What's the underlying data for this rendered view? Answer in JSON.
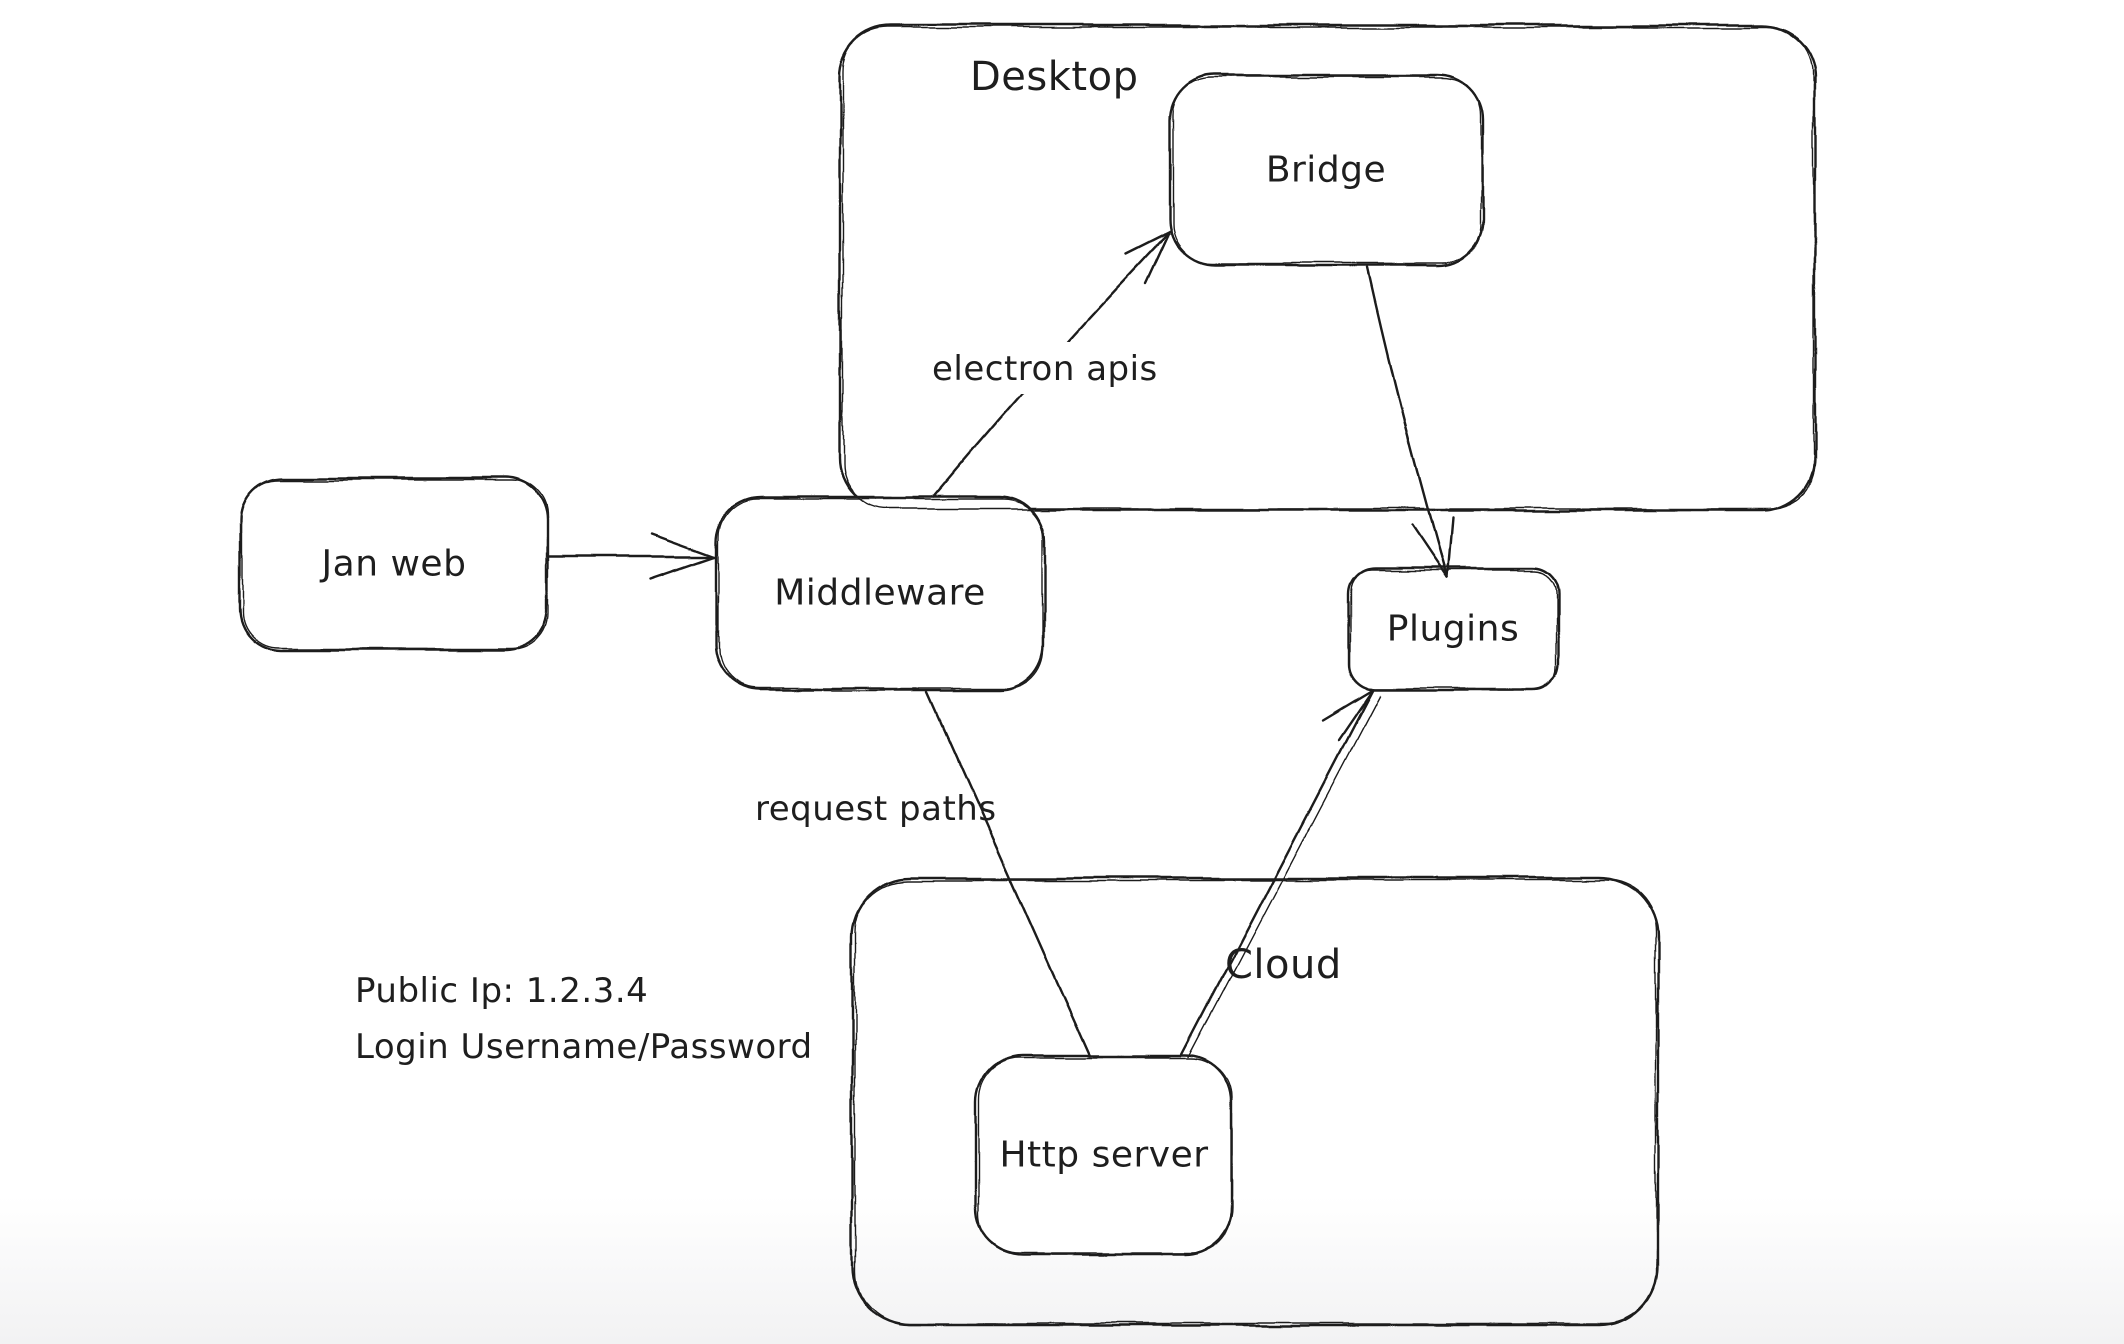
{
  "diagram": {
    "type": "flowchart",
    "style": "hand-drawn-whiteboard",
    "background_color": "#ffffff",
    "stroke_color": "#1e1e1e",
    "containers": [
      {
        "label": "Desktop",
        "contains": [
          "Bridge"
        ]
      },
      {
        "label": "Cloud",
        "contains": [
          "Http server"
        ]
      }
    ],
    "nodes": [
      {
        "label": "Jan web"
      },
      {
        "label": "Middleware"
      },
      {
        "label": "Bridge"
      },
      {
        "label": "Plugins"
      },
      {
        "label": "Http server"
      }
    ],
    "edges": [
      {
        "from": "Jan web",
        "to": "Middleware",
        "label": "",
        "arrowhead": "end"
      },
      {
        "from": "Middleware",
        "to": "Bridge",
        "label": "electron apis",
        "arrowhead": "end"
      },
      {
        "from": "Bridge",
        "to": "Plugins",
        "label": "",
        "arrowhead": "end"
      },
      {
        "from": "Middleware",
        "to": "Http server",
        "label": "request paths",
        "arrowhead": "none"
      },
      {
        "from": "Http server",
        "to": "Plugins",
        "label": "",
        "arrowhead": "end"
      }
    ],
    "annotations": [
      {
        "text": "Public Ip: 1.2.3.4"
      },
      {
        "text": "Login Username/Password"
      }
    ]
  }
}
